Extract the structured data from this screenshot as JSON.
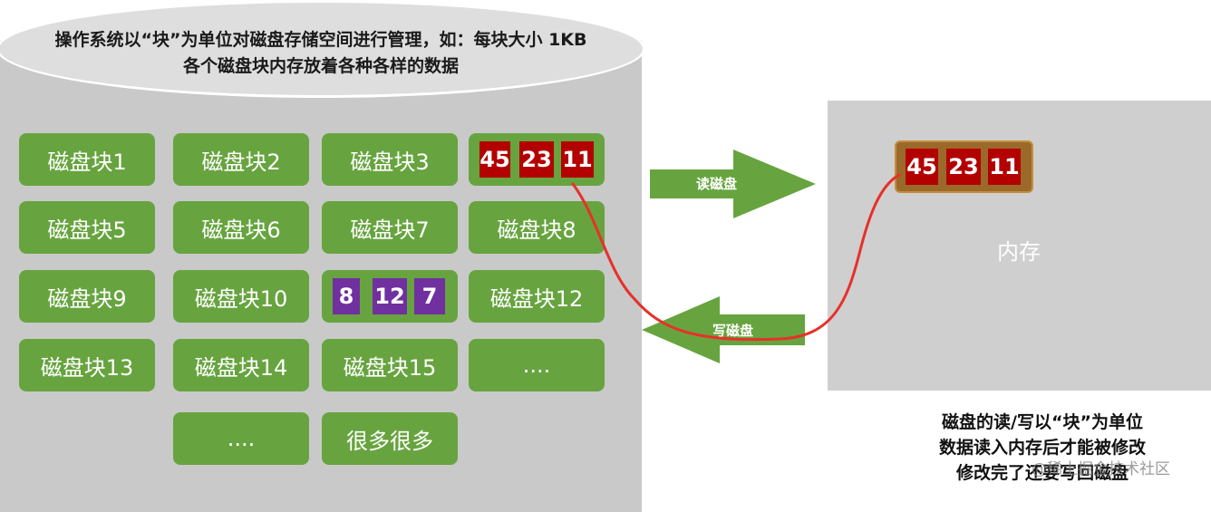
{
  "disk": {
    "caption_line1": "操作系统以“块”为单位对磁盘存储空间进行管理，如：每块大小 1KB",
    "caption_line2": "各个磁盘块内存放着各种各样的数据",
    "blocks": [
      "磁盘块1",
      "磁盘块2",
      "磁盘块3",
      "",
      "磁盘块5",
      "磁盘块6",
      "磁盘块7",
      "磁盘块8",
      "磁盘块9",
      "磁盘块10",
      "",
      "磁盘块12",
      "磁盘块13",
      "磁盘块14",
      "磁盘块15",
      "....",
      "....",
      "很多很多"
    ],
    "block4_values": [
      "45",
      "23",
      "11"
    ],
    "block11_values": [
      "8",
      "12",
      "7"
    ]
  },
  "arrows": {
    "read_label": "读磁盘",
    "write_label": "写磁盘"
  },
  "memory": {
    "label": "内存",
    "values": [
      "45",
      "23",
      "11"
    ]
  },
  "note": {
    "line1": "磁盘的读/写以“块”为单位",
    "line2": "数据读入内存后才能被修改",
    "line3": "修改完了还要写回磁盘"
  },
  "watermark": "@稀土掘金技术社区",
  "colors": {
    "block_green": "#67a43f",
    "data_red": "#b30000",
    "data_purple": "#7030a0",
    "curve_red": "#e8302a",
    "memory_gray": "#cfcfcf"
  }
}
